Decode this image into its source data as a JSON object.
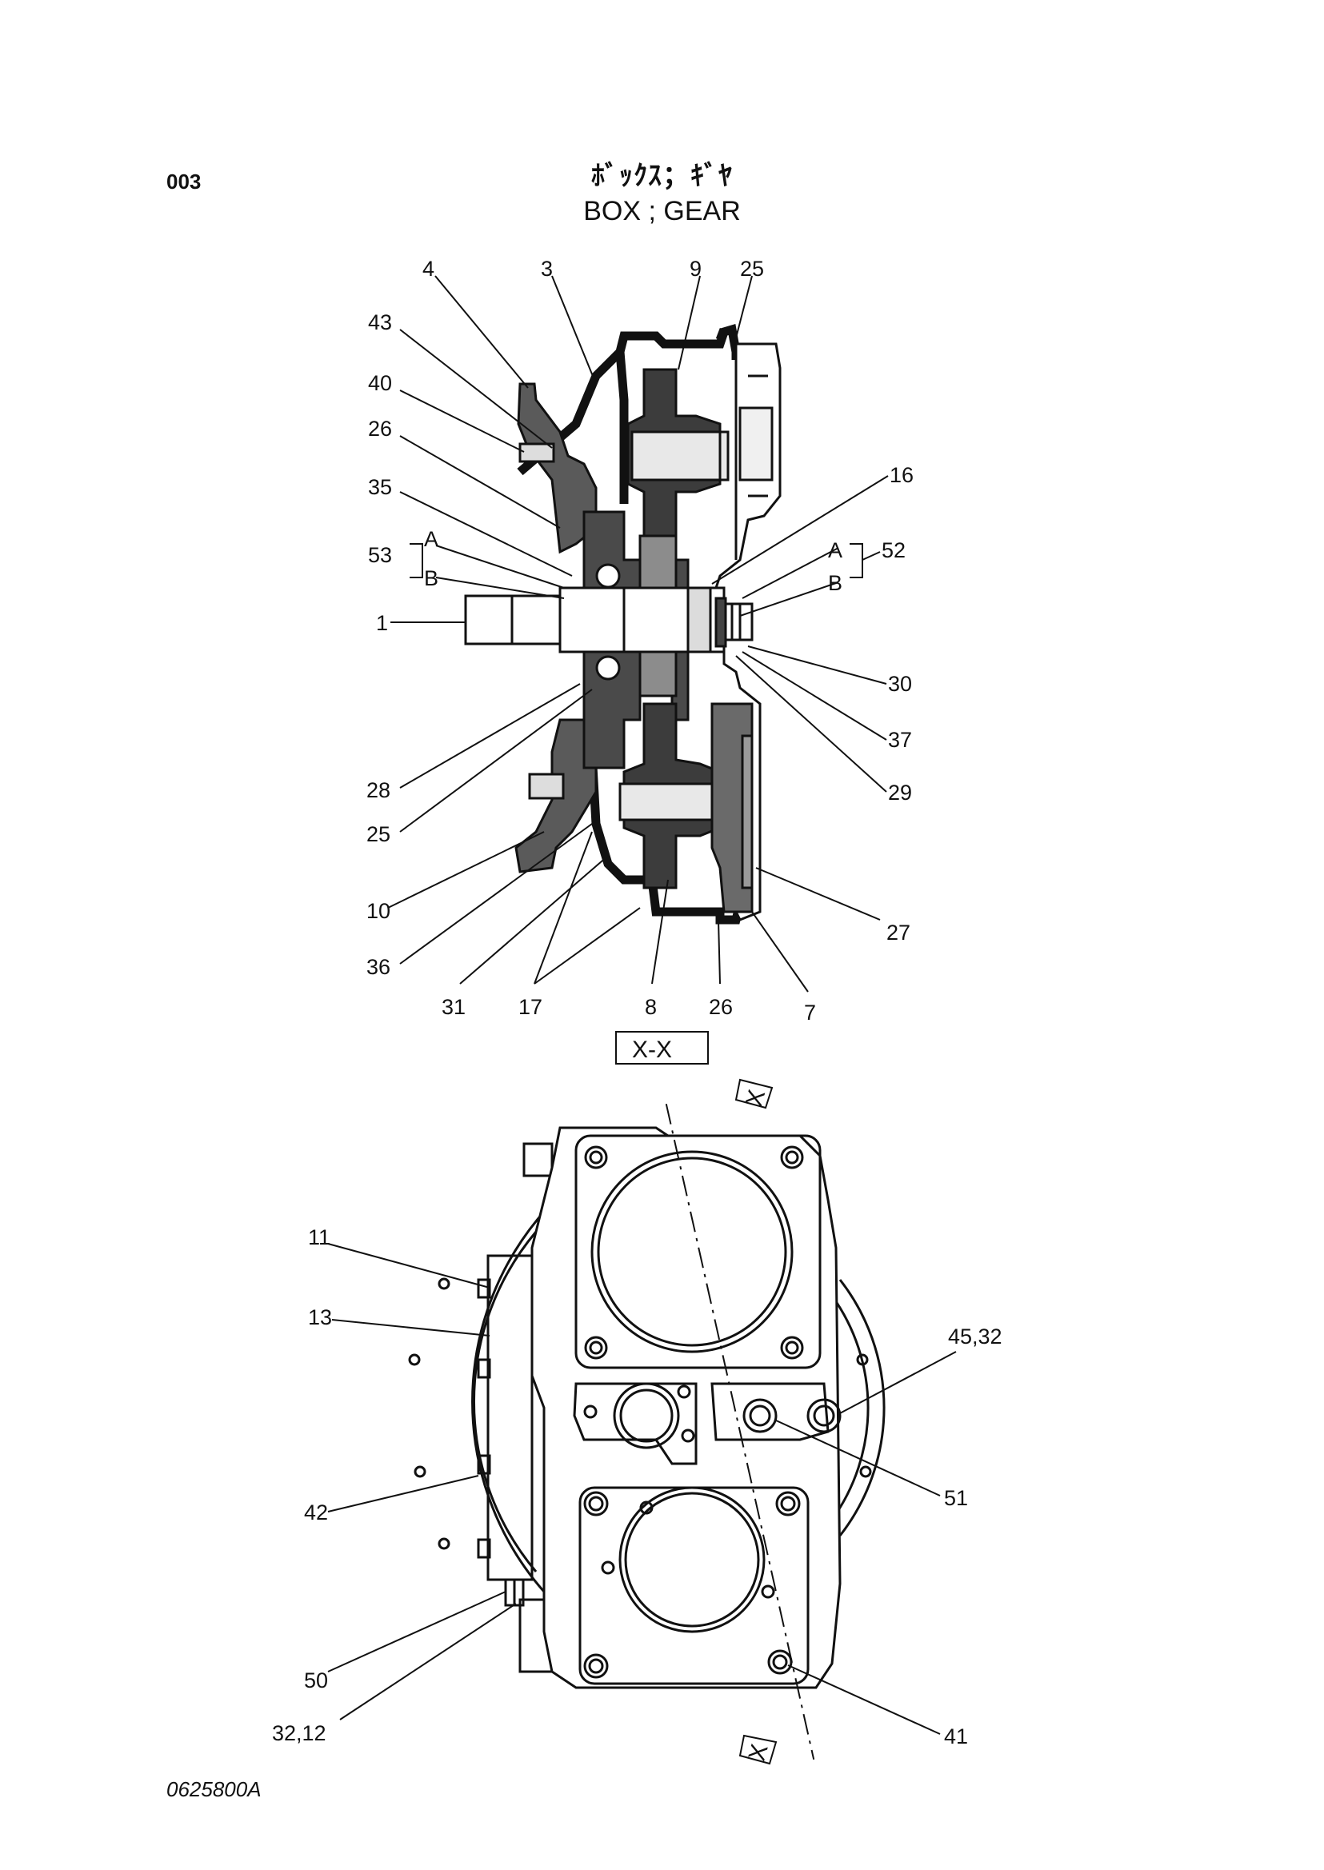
{
  "header": {
    "page_code": "003",
    "title_jp": "ﾎﾞｯｸｽ；ｷﾞﾔ",
    "title_en": "BOX ; GEAR"
  },
  "section_view": {
    "label": "X-X",
    "callouts": {
      "c4": "4",
      "c3": "3",
      "c9": "9",
      "c25_top": "25",
      "c43": "43",
      "c40": "40",
      "c26_left": "26",
      "c35": "35",
      "c53": "53",
      "c53_a": "A",
      "c53_b": "B",
      "c1": "1",
      "c16": "16",
      "c52": "52",
      "c52_a": "A",
      "c52_b": "B",
      "c30": "30",
      "c37": "37",
      "c29": "29",
      "c28": "28",
      "c25_left": "25",
      "c10": "10",
      "c36": "36",
      "c31": "31",
      "c17": "17",
      "c8": "8",
      "c26_bottom": "26",
      "c7": "7",
      "c27": "27"
    }
  },
  "plan_view": {
    "section_marker": "X",
    "callouts": {
      "c11": "11",
      "c13": "13",
      "c42": "42",
      "c50": "50",
      "c32_12": "32,12",
      "c45_32": "45,32",
      "c51": "51",
      "c41": "41"
    }
  },
  "footer": {
    "drawing_id": "0625800A"
  }
}
